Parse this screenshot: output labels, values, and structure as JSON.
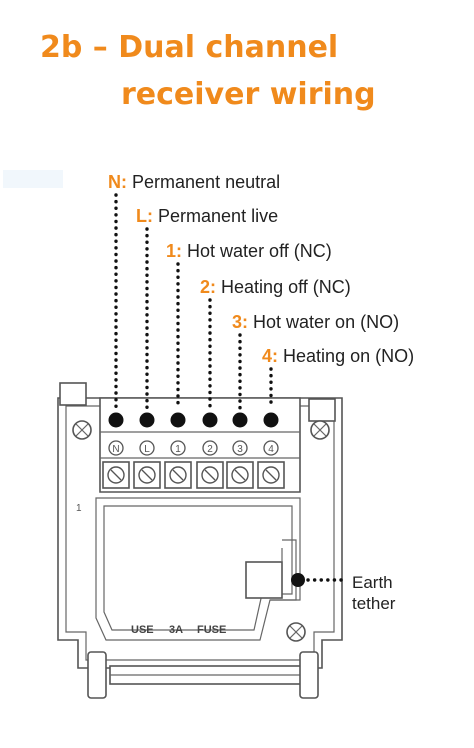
{
  "title": {
    "line1": "2b – Dual channel",
    "line2": "receiver wiring"
  },
  "colors": {
    "accent": "#f08a1c",
    "text": "#222222"
  },
  "terminals": [
    {
      "code": "N:",
      "desc": "Permanent neutral",
      "mark": "N"
    },
    {
      "code": "L:",
      "desc": "Permanent live",
      "mark": "L"
    },
    {
      "code": "1:",
      "desc": "Hot water off (NC)",
      "mark": "1"
    },
    {
      "code": "2:",
      "desc": "Heating off (NC)",
      "mark": "2"
    },
    {
      "code": "3:",
      "desc": "Hot water on (NO)",
      "mark": "3"
    },
    {
      "code": "4:",
      "desc": "Heating on (NO)",
      "mark": "4"
    }
  ],
  "earth": {
    "line1": "Earth",
    "line2": "tether"
  },
  "board": {
    "side_mark": "1",
    "fuse": [
      "USE",
      "3A",
      "FUSE"
    ]
  }
}
